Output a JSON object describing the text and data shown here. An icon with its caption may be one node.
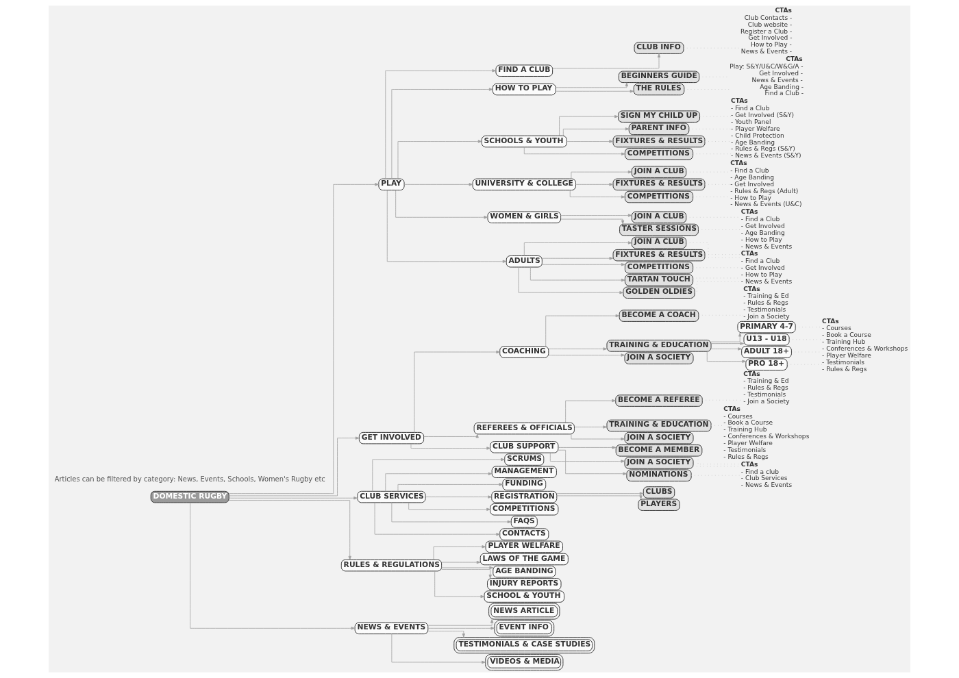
{
  "diagram": {
    "nodes": [
      {
        "text": [
          "DOMESTIC RUGBY"
        ]
      },
      {
        "text": [
          "PLAY"
        ]
      },
      {
        "text": [
          "GET INVOLVED"
        ]
      },
      {
        "text": [
          "CLUB SERVICES"
        ]
      },
      {
        "text": [
          "RULES & REGULATIONS"
        ]
      },
      {
        "text": [
          "NEWS & EVENTS"
        ]
      },
      {
        "text": [
          "FIND A CLUB"
        ]
      },
      {
        "text": [
          "CLUB INFO"
        ]
      },
      {
        "text": [
          "CTAs",
          "Club Contacts -",
          "Club website -",
          "Register a Club -",
          "Get Involved -",
          "How to Play -",
          "News & Events -"
        ]
      },
      {
        "text": [
          "HOW TO PLAY"
        ]
      },
      {
        "text": [
          "BEGINNERS GUIDE"
        ]
      },
      {
        "text": [
          "THE RULES"
        ]
      },
      {
        "text": [
          "CTAs",
          "Play: S&Y/U&C/W&G/A -",
          "Get Involved -",
          "News & Events -",
          "Age Banding -",
          "Find a Club -"
        ]
      },
      {
        "text": [
          "SCHOOLS & YOUTH"
        ]
      },
      {
        "text": [
          "SIGN MY CHILD UP"
        ]
      },
      {
        "text": [
          "PARENT INFO"
        ]
      },
      {
        "text": [
          "FIXTURES & RESULTS"
        ]
      },
      {
        "text": [
          "COMPETITIONS"
        ]
      },
      {
        "text": [
          "CTAs",
          "- Find a Club",
          "- Get Involved (S&Y)",
          "- Youth Panel",
          "- Player Welfare",
          "- Child Protection",
          "- Age Banding",
          "- Rules & Regs (S&Y)",
          "- News & Events (S&Y)"
        ]
      },
      {
        "text": [
          "UNIVERSITY & COLLEGE"
        ]
      },
      {
        "text": [
          "JOIN A CLUB"
        ]
      },
      {
        "text": [
          "FIXTURES & RESULTS"
        ]
      },
      {
        "text": [
          "COMPETITIONS"
        ]
      },
      {
        "text": [
          "CTAs",
          "- Find a Club",
          "- Age Banding",
          "- Get Involved",
          "- Rules & Regs (Adult)",
          "- How to Play",
          "- News & Events (U&C)"
        ]
      },
      {
        "text": [
          "WOMEN & GIRLS"
        ]
      },
      {
        "text": [
          "JOIN A CLUB"
        ]
      },
      {
        "text": [
          "TASTER SESSIONS"
        ]
      },
      {
        "text": [
          "CTAs",
          "- Find a Club",
          "- Get Involved",
          "- Age Banding",
          "- How to Play",
          "- News & Events"
        ]
      },
      {
        "text": [
          "ADULTS"
        ]
      },
      {
        "text": [
          "JOIN A CLUB"
        ]
      },
      {
        "text": [
          "FIXTURES & RESULTS"
        ]
      },
      {
        "text": [
          "COMPETITIONS"
        ]
      },
      {
        "text": [
          "TARTAN TOUCH"
        ]
      },
      {
        "text": [
          "GOLDEN OLDIES"
        ]
      },
      {
        "text": [
          "CTAs",
          "- Find a Club",
          "- Get Involved",
          "- How to Play",
          "- News & Events"
        ]
      },
      {
        "text": [
          "COACHING"
        ]
      },
      {
        "text": [
          "BECOME A COACH"
        ]
      },
      {
        "text": [
          "CTAs",
          "- Training & Ed",
          "- Rules & Regs",
          "- Testimonials",
          "- Join a Society"
        ]
      },
      {
        "text": [
          "TRAINING & EDUCATION"
        ]
      },
      {
        "text": [
          "PRIMARY 4-7"
        ]
      },
      {
        "text": [
          "U13 - U18"
        ]
      },
      {
        "text": [
          "ADULT 18+"
        ]
      },
      {
        "text": [
          "PRO 18+"
        ]
      },
      {
        "text": [
          "CTAs",
          "- Courses",
          "- Book a Course",
          "- Training Hub",
          "- Conferences & Workshops",
          "- Player Welfare",
          "- Testimonials",
          "- Rules & Regs"
        ]
      },
      {
        "text": [
          "JOIN A SOCIETY"
        ]
      },
      {
        "text": [
          "REFEREES & OFFICIALS"
        ]
      },
      {
        "text": [
          "BECOME A REFEREE"
        ]
      },
      {
        "text": [
          "CTAs",
          "- Training & Ed",
          "- Rules & Regs",
          "- Testimonials",
          "- Join a Society"
        ]
      },
      {
        "text": [
          "TRAINING & EDUCATION"
        ]
      },
      {
        "text": [
          "CTAs",
          "- Courses",
          "- Book a Course",
          "- Training Hub",
          "- Conferences & Workshops",
          "- Player Welfare",
          "- Testimonials",
          "- Rules & Regs"
        ]
      },
      {
        "text": [
          "JOIN A SOCIETY"
        ]
      },
      {
        "text": [
          "CLUB SUPPORT"
        ]
      },
      {
        "text": [
          "BECOME A MEMBER"
        ]
      },
      {
        "text": [
          "JOIN A SOCIETY"
        ]
      },
      {
        "text": [
          "NOMINATIONS"
        ]
      },
      {
        "text": [
          "CTAs",
          "- Find a club",
          "- Club Services",
          "- News & Events"
        ]
      },
      {
        "text": [
          "SCRUMS"
        ]
      },
      {
        "text": [
          "MANAGEMENT"
        ]
      },
      {
        "text": [
          "FUNDING"
        ]
      },
      {
        "text": [
          "REGISTRATION"
        ]
      },
      {
        "text": [
          "CLUBS"
        ]
      },
      {
        "text": [
          "PLAYERS"
        ]
      },
      {
        "text": [
          "COMPETITIONS"
        ]
      },
      {
        "text": [
          "FAQS"
        ]
      },
      {
        "text": [
          "CONTACTS"
        ]
      },
      {
        "text": [
          "PLAYER WELFARE"
        ]
      },
      {
        "text": [
          "LAWS OF THE GAME"
        ]
      },
      {
        "text": [
          "AGE BANDING"
        ]
      },
      {
        "text": [
          "INJURY REPORTS"
        ]
      },
      {
        "text": [
          "SCHOOL & YOUTH"
        ]
      },
      {
        "text": [
          "NEWS ARTICLE"
        ]
      },
      {
        "text": [
          "EVENT INFO"
        ]
      },
      {
        "text": [
          "TESTIMONIALS & CASE STUDIES"
        ]
      },
      {
        "text": [
          "VIDEOS & MEDIA"
        ]
      }
    ],
    "edges": [
      {
        "from": 0,
        "to": 1,
        "arrow": "to"
      },
      {
        "from": 0,
        "to": 2,
        "arrow": "to"
      },
      {
        "from": 0,
        "to": 3,
        "arrow": "to"
      },
      {
        "from": 0,
        "to": 4,
        "arrow": "to"
      },
      {
        "from": 0,
        "to": 5,
        "arrow": "to"
      },
      {
        "from": 1,
        "to": 6,
        "arrow": "to"
      },
      {
        "from": 6,
        "to": 7,
        "arrow": "to"
      },
      {
        "from": 7,
        "to": 8,
        "arrow": "none",
        "style": "dashed",
        "color": "#c4c4c4"
      },
      {
        "from": 1,
        "to": 9,
        "arrow": "to"
      },
      {
        "from": 9,
        "to": 10,
        "arrow": "to"
      },
      {
        "from": 9,
        "to": 11,
        "arrow": "to"
      },
      {
        "from": 10,
        "to": 12,
        "arrow": "none",
        "style": "dashed",
        "color": "#c4c4c4"
      },
      {
        "from": 11,
        "to": 12,
        "arrow": "none",
        "style": "dashed",
        "color": "#c4c4c4"
      },
      {
        "from": 1,
        "to": 13,
        "arrow": "to"
      },
      {
        "from": 13,
        "to": 14,
        "arrow": "to"
      },
      {
        "from": 13,
        "to": 15,
        "arrow": "to"
      },
      {
        "from": 13,
        "to": 16,
        "arrow": "to"
      },
      {
        "from": 13,
        "to": 17,
        "arrow": "to"
      },
      {
        "from": 14,
        "to": 18,
        "arrow": "none",
        "style": "dashed",
        "color": "#c4c4c4"
      },
      {
        "from": 15,
        "to": 18,
        "arrow": "none",
        "style": "dashed",
        "color": "#c4c4c4"
      },
      {
        "from": 16,
        "to": 18,
        "arrow": "none",
        "style": "dashed",
        "color": "#c4c4c4"
      },
      {
        "from": 17,
        "to": 18,
        "arrow": "none",
        "style": "dashed",
        "color": "#c4c4c4"
      },
      {
        "from": 1,
        "to": 19,
        "arrow": "to"
      },
      {
        "from": 19,
        "to": 20,
        "arrow": "to"
      },
      {
        "from": 19,
        "to": 21,
        "arrow": "to"
      },
      {
        "from": 19,
        "to": 22,
        "arrow": "to"
      },
      {
        "from": 20,
        "to": 23,
        "arrow": "none",
        "style": "dashed",
        "color": "#c4c4c4"
      },
      {
        "from": 21,
        "to": 23,
        "arrow": "none",
        "style": "dashed",
        "color": "#c4c4c4"
      },
      {
        "from": 22,
        "to": 23,
        "arrow": "none",
        "style": "dashed",
        "color": "#c4c4c4"
      },
      {
        "from": 1,
        "to": 24,
        "arrow": "to"
      },
      {
        "from": 24,
        "to": 25,
        "arrow": "to"
      },
      {
        "from": 24,
        "to": 26,
        "arrow": "to"
      },
      {
        "from": 25,
        "to": 27,
        "arrow": "none",
        "style": "dashed",
        "color": "#c4c4c4"
      },
      {
        "from": 26,
        "to": 27,
        "arrow": "none",
        "style": "dashed",
        "color": "#c4c4c4"
      },
      {
        "from": 1,
        "to": 28,
        "arrow": "to"
      },
      {
        "from": 28,
        "to": 29,
        "arrow": "to"
      },
      {
        "from": 28,
        "to": 30,
        "arrow": "to"
      },
      {
        "from": 28,
        "to": 31,
        "arrow": "to"
      },
      {
        "from": 28,
        "to": 32,
        "arrow": "to"
      },
      {
        "from": 28,
        "to": 33,
        "arrow": "to"
      },
      {
        "from": 29,
        "to": 34,
        "arrow": "none",
        "style": "dashed",
        "color": "#c4c4c4"
      },
      {
        "from": 30,
        "to": 34,
        "arrow": "none",
        "style": "dashed",
        "color": "#c4c4c4"
      },
      {
        "from": 31,
        "to": 34,
        "arrow": "none",
        "style": "dashed",
        "color": "#c4c4c4"
      },
      {
        "from": 32,
        "to": 34,
        "arrow": "none",
        "style": "dashed",
        "color": "#c4c4c4"
      },
      {
        "from": 33,
        "to": 34,
        "arrow": "none",
        "style": "dashed",
        "color": "#c4c4c4"
      },
      {
        "from": 2,
        "to": 35,
        "arrow": "to"
      },
      {
        "from": 35,
        "to": 36,
        "arrow": "to"
      },
      {
        "from": 36,
        "to": 37,
        "arrow": "none",
        "style": "dashed",
        "color": "#c4c4c4"
      },
      {
        "from": 35,
        "to": 38,
        "arrow": "to"
      },
      {
        "from": 38,
        "to": 39,
        "arrow": "to"
      },
      {
        "from": 38,
        "to": 40,
        "arrow": "to"
      },
      {
        "from": 38,
        "to": 41,
        "arrow": "to"
      },
      {
        "from": 38,
        "to": 42,
        "arrow": "to"
      },
      {
        "from": 39,
        "to": 43,
        "arrow": "none",
        "style": "dashed",
        "color": "#c4c4c4"
      },
      {
        "from": 40,
        "to": 43,
        "arrow": "none",
        "style": "dashed",
        "color": "#c4c4c4"
      },
      {
        "from": 41,
        "to": 43,
        "arrow": "none",
        "style": "dashed",
        "color": "#c4c4c4"
      },
      {
        "from": 42,
        "to": 43,
        "arrow": "none",
        "style": "dashed",
        "color": "#c4c4c4"
      },
      {
        "from": 35,
        "to": 44,
        "arrow": "to"
      },
      {
        "from": 2,
        "to": 45,
        "arrow": "to"
      },
      {
        "from": 45,
        "to": 46,
        "arrow": "to"
      },
      {
        "from": 46,
        "to": 47,
        "arrow": "none",
        "style": "dashed",
        "color": "#c4c4c4"
      },
      {
        "from": 45,
        "to": 48,
        "arrow": "to"
      },
      {
        "from": 48,
        "to": 49,
        "arrow": "none",
        "style": "dashed",
        "color": "#c4c4c4"
      },
      {
        "from": 45,
        "to": 50,
        "arrow": "to"
      },
      {
        "from": 2,
        "to": 51,
        "arrow": "to"
      },
      {
        "from": 51,
        "to": 52,
        "arrow": "to"
      },
      {
        "from": 51,
        "to": 53,
        "arrow": "to"
      },
      {
        "from": 51,
        "to": 54,
        "arrow": "to"
      },
      {
        "from": 52,
        "to": 55,
        "arrow": "none",
        "style": "dashed",
        "color": "#c4c4c4"
      },
      {
        "from": 53,
        "to": 55,
        "arrow": "none",
        "style": "dashed",
        "color": "#c4c4c4"
      },
      {
        "from": 54,
        "to": 55,
        "arrow": "none",
        "style": "dashed",
        "color": "#c4c4c4"
      },
      {
        "from": 3,
        "to": 56,
        "arrow": "to"
      },
      {
        "from": 3,
        "to": 57,
        "arrow": "to"
      },
      {
        "from": 3,
        "to": 58,
        "arrow": "to"
      },
      {
        "from": 3,
        "to": 59,
        "arrow": "to"
      },
      {
        "from": 59,
        "to": 60,
        "arrow": "to"
      },
      {
        "from": 59,
        "to": 61,
        "arrow": "to"
      },
      {
        "from": 3,
        "to": 62,
        "arrow": "to"
      },
      {
        "from": 3,
        "to": 63,
        "arrow": "to"
      },
      {
        "from": 3,
        "to": 64,
        "arrow": "to"
      },
      {
        "from": 4,
        "to": 65,
        "arrow": "to"
      },
      {
        "from": 4,
        "to": 66,
        "arrow": "to"
      },
      {
        "from": 4,
        "to": 67,
        "arrow": "to"
      },
      {
        "from": 4,
        "to": 68,
        "arrow": "to"
      },
      {
        "from": 4,
        "to": 69,
        "arrow": "to"
      },
      {
        "from": 5,
        "to": 70,
        "arrow": "to"
      },
      {
        "from": 5,
        "to": 71,
        "arrow": "to"
      },
      {
        "from": 5,
        "to": 72,
        "arrow": "to"
      },
      {
        "from": 5,
        "to": 73,
        "arrow": "to"
      }
    ],
    "labels": [
      "Articles can be filtered by category: News, Events, Schools, Women's Rugby etc"
    ]
  }
}
